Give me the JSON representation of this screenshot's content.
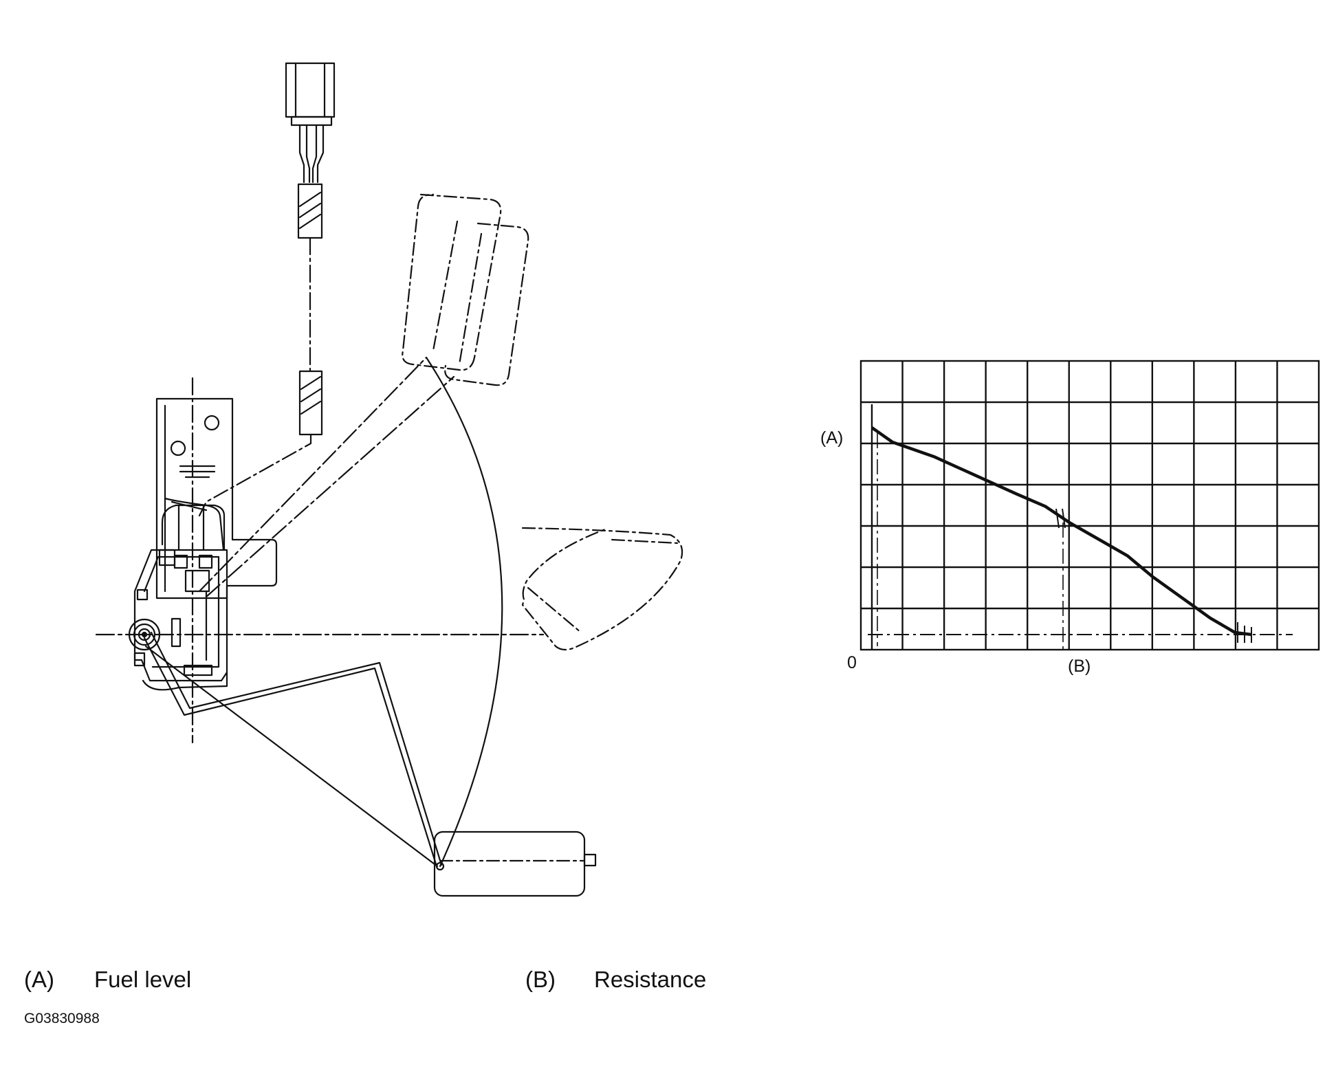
{
  "legend": [
    {
      "key": "(A)",
      "label": "Fuel level"
    },
    {
      "key": "(B)",
      "label": "Resistance"
    }
  ],
  "figure_code": "G03830988",
  "graph": {
    "y_axis_label": "(A)",
    "x_axis_label": "(B)",
    "origin_label": "0"
  },
  "chart_data": {
    "type": "line",
    "title": "",
    "xlabel": "(B)",
    "ylabel": "(A)",
    "x": [
      0.0,
      0.05,
      0.15,
      0.25,
      0.35,
      0.42,
      0.48,
      0.55,
      0.62,
      0.68,
      0.75,
      0.82,
      0.88,
      0.92
    ],
    "y": [
      1.0,
      0.93,
      0.86,
      0.77,
      0.68,
      0.62,
      0.54,
      0.46,
      0.38,
      0.28,
      0.18,
      0.08,
      0.01,
      0.0
    ],
    "grid": true
  }
}
